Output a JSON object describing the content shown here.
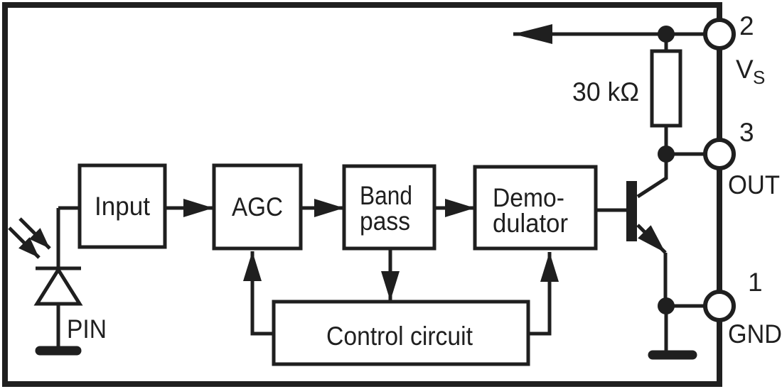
{
  "colors": {
    "ink": "#1f1f1f",
    "background": "#ffffff"
  },
  "blocks": {
    "input": {
      "label": "Input"
    },
    "agc": {
      "label": "AGC"
    },
    "bandpass": {
      "line1": "Band",
      "line2": "pass"
    },
    "demodulator": {
      "line1": "Demo-",
      "line2": "dulator"
    },
    "control_circuit": {
      "label": "Control circuit"
    }
  },
  "components": {
    "resistor": {
      "value": "30 kΩ"
    },
    "photodiode": {
      "label": "PIN"
    }
  },
  "pins": {
    "vs": {
      "number": "2",
      "name": "V",
      "name_subscript": "S"
    },
    "out": {
      "number": "3",
      "name": "OUT"
    },
    "gnd": {
      "number": "1",
      "name": "GND"
    }
  }
}
